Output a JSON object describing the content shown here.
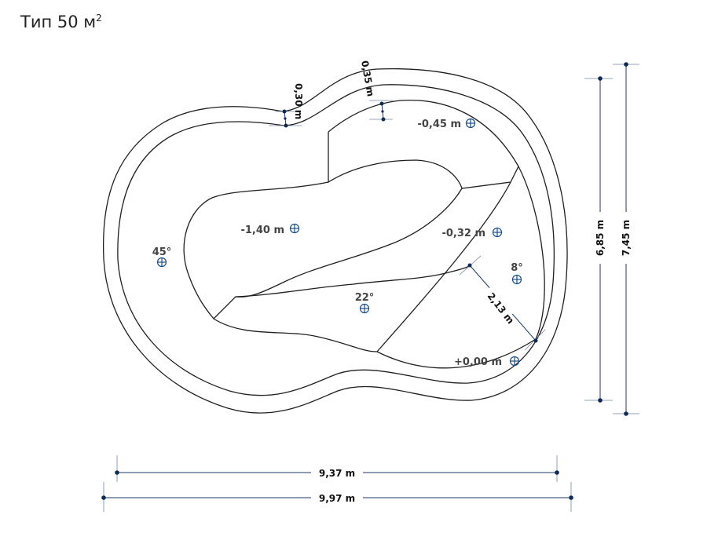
{
  "title": {
    "text": "Тип 50 м",
    "superscript": "2"
  },
  "colors": {
    "outline": "#1f1f1f",
    "dimension": "#1a3a66",
    "marker": "#1a4f8a",
    "label": "#444444"
  },
  "dimensions": {
    "width_inner": "9,37 m",
    "width_outer": "9,97 m",
    "height_inner": "6,85 m",
    "height_outer": "7,45 m",
    "wall_left": "0,30 m",
    "wall_right": "0,35 m",
    "ramp_length": "2,13 m"
  },
  "depths": {
    "deep_zone": "-1,40 m",
    "upper_bench": "-0,45 m",
    "mid_shelf": "-0,32 m",
    "entry": "+0,00 m"
  },
  "angles": {
    "left_wall": "45°",
    "ramp": "22°",
    "shallow": "8°"
  }
}
